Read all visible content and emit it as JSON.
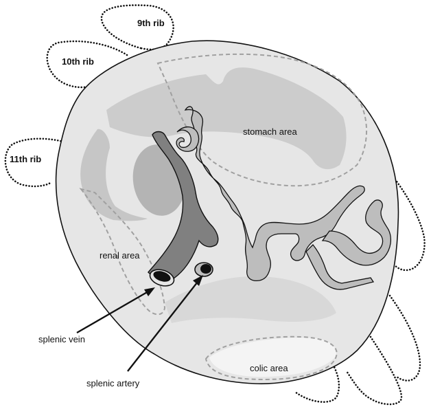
{
  "labels": {
    "rib9": "9th rib",
    "rib10": "10th rib",
    "rib11": "11th rib",
    "stomach_area": "stomach area",
    "renal_area": "renal area",
    "colic_area": "colic area",
    "splenic_vein": "splenic vein",
    "splenic_artery": "splenic artery"
  },
  "colors": {
    "spleen_fill": "#e6e6e6",
    "impression_fill": "#cccccc",
    "vessel_light": "#bdbdbd",
    "vein_dark": "#808080",
    "outline": "#111111"
  }
}
